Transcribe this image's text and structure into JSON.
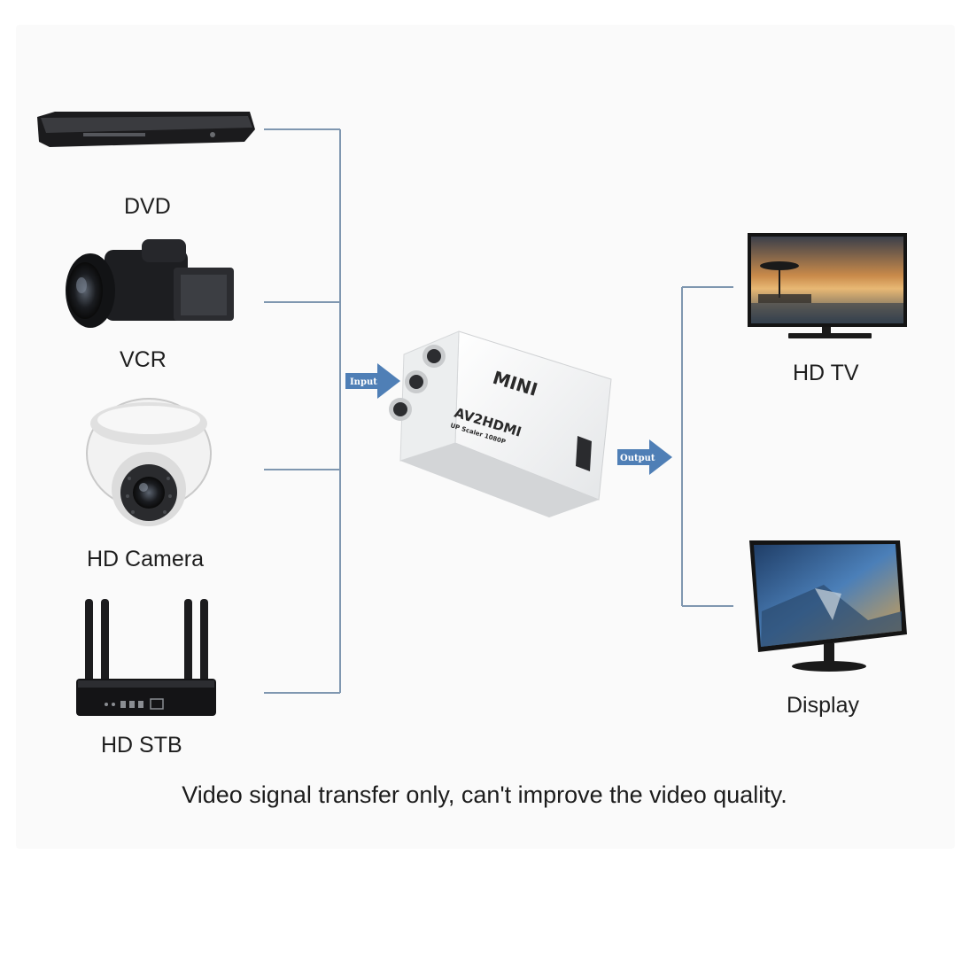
{
  "sources": [
    {
      "id": "dvd",
      "label": "DVD",
      "icon": "dvd-player-icon"
    },
    {
      "id": "vcr",
      "label": "VCR",
      "icon": "camcorder-icon"
    },
    {
      "id": "camera",
      "label": "HD Camera",
      "icon": "dome-camera-icon"
    },
    {
      "id": "stb",
      "label": "HD STB",
      "icon": "router-stb-icon"
    }
  ],
  "outputs": [
    {
      "id": "tv",
      "label": "HD TV",
      "icon": "tv-icon"
    },
    {
      "id": "display",
      "label": "Display",
      "icon": "monitor-icon"
    }
  ],
  "converter": {
    "brand": "MINI",
    "model": "AV2HDMI",
    "subtitle": "UP Scaler 1080P",
    "input_label": "Input",
    "output_label": "Output"
  },
  "caption": "Video signal transfer only, can't improve the video quality.",
  "colors": {
    "line": "#7f97b0",
    "arrow": "#4f7fb6",
    "text": "#1e1e1e"
  }
}
